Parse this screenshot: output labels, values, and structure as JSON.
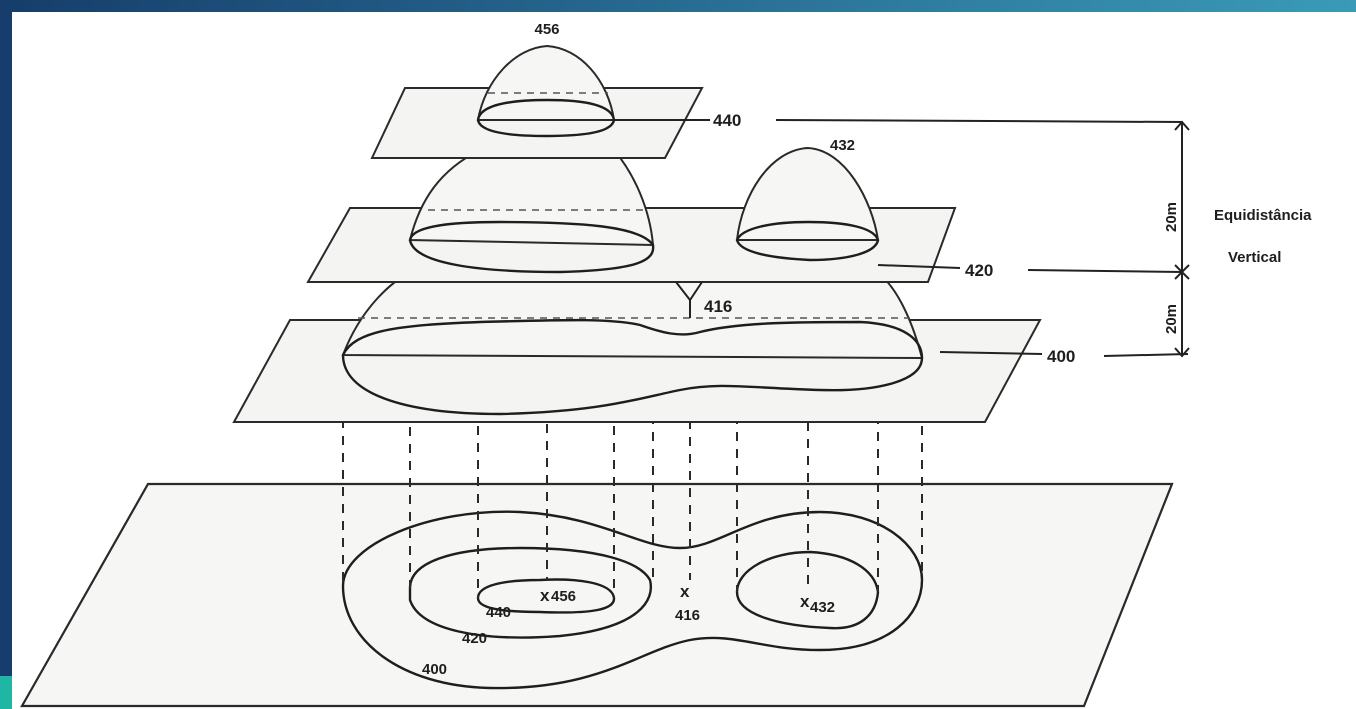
{
  "theme": {
    "frame_gradient_start": "#163d6b",
    "frame_gradient_end": "#3a9bb7",
    "corner_accent": "#1fb6a4",
    "line_color": "#1e1e1e",
    "paper_color": "#f4f4f2"
  },
  "diagram": {
    "peak_main": "456",
    "peak_secondary": "432",
    "plane_labels": [
      "440",
      "420",
      "400"
    ],
    "saddle": "416",
    "interval_top": "20m",
    "interval_bottom": "20m",
    "interval_caption_line1": "Equidistância",
    "interval_caption_line2": "Vertical",
    "map_labels": {
      "spot_main": "456",
      "spot_secondary": "432",
      "saddle": "416",
      "contour_440": "440",
      "contour_420": "420",
      "contour_400": "400"
    }
  }
}
